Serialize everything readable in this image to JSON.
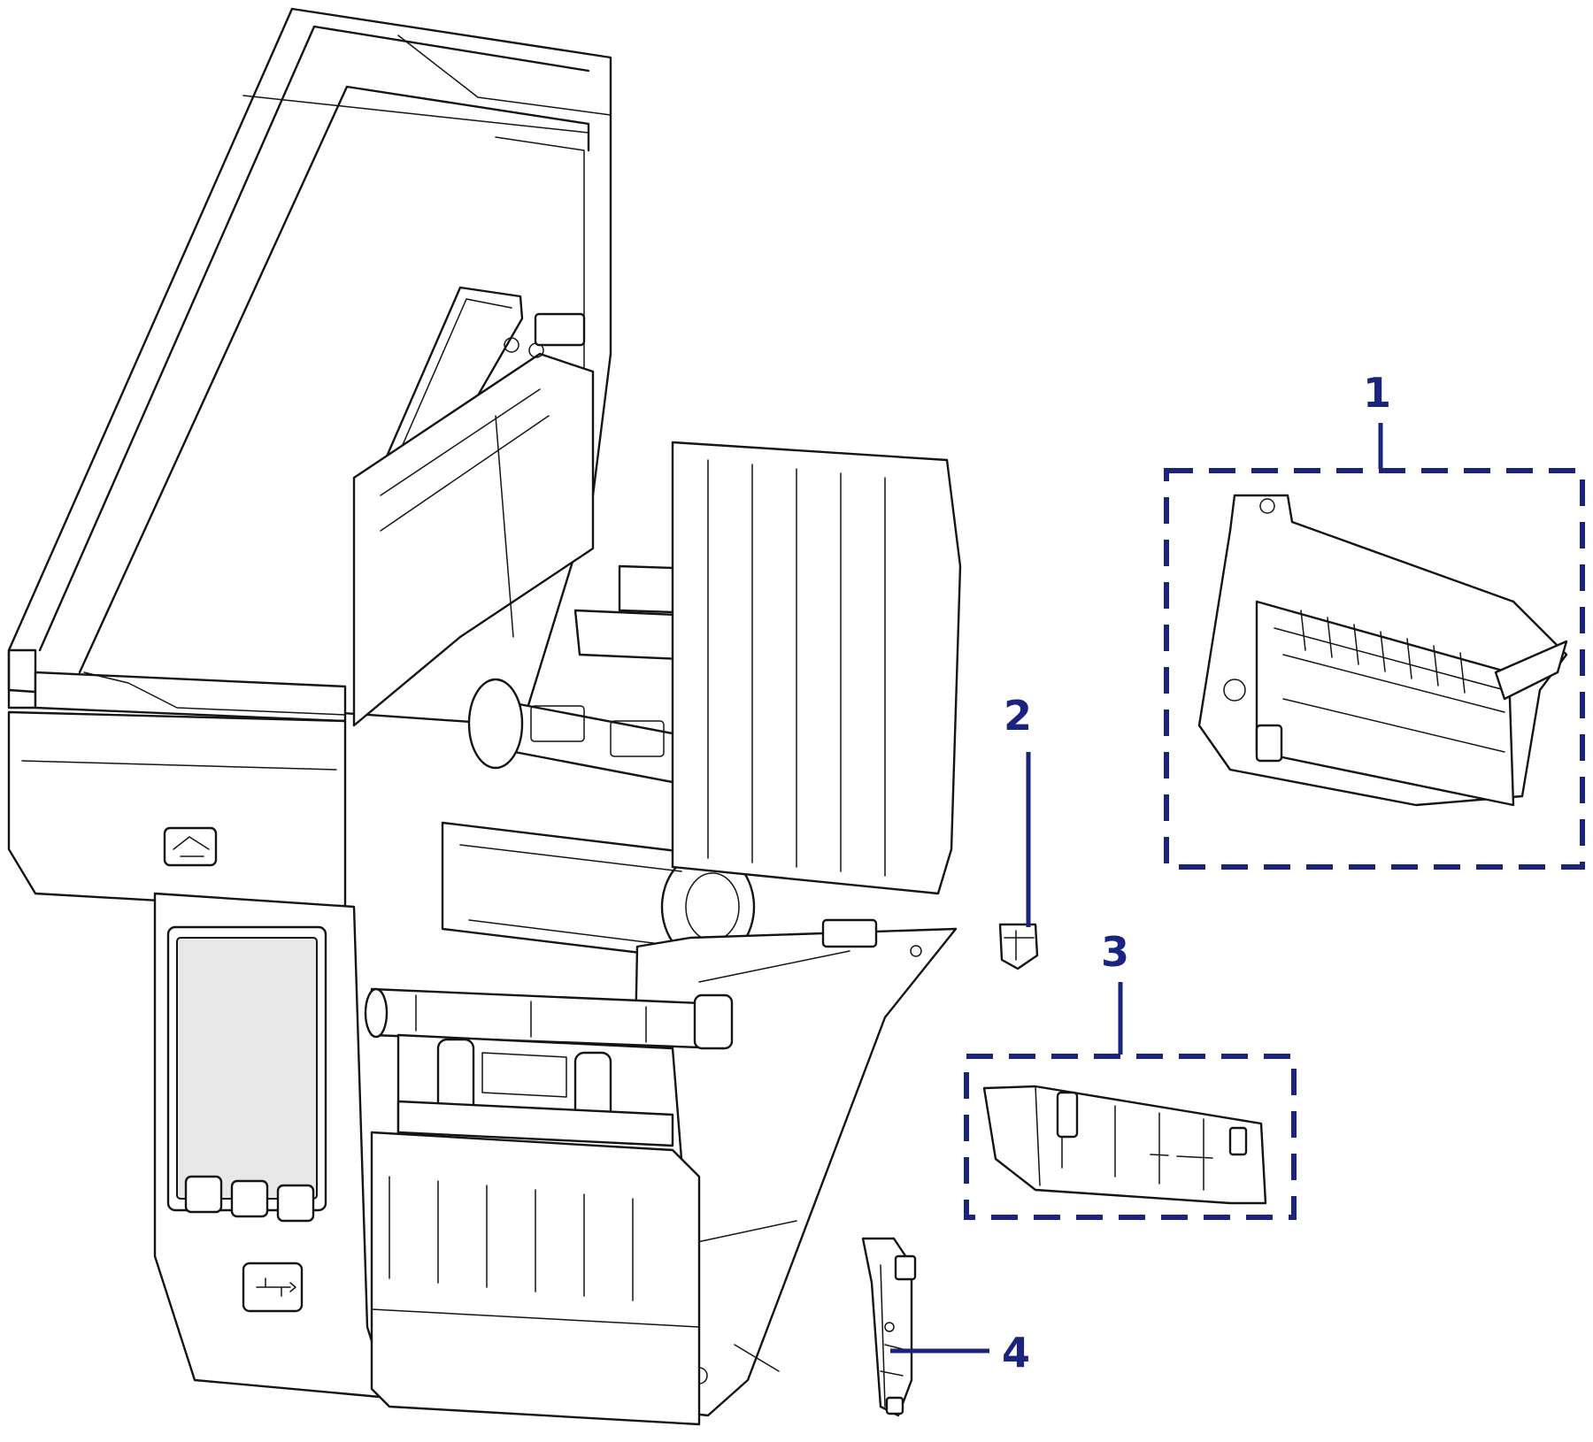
{
  "colors": {
    "callout": "#1a237e",
    "line_art": "#141414",
    "background": "#ffffff"
  },
  "callouts": [
    {
      "id": "1",
      "label": "1"
    },
    {
      "id": "2",
      "label": "2"
    },
    {
      "id": "3",
      "label": "3"
    },
    {
      "id": "4",
      "label": "4"
    }
  ]
}
